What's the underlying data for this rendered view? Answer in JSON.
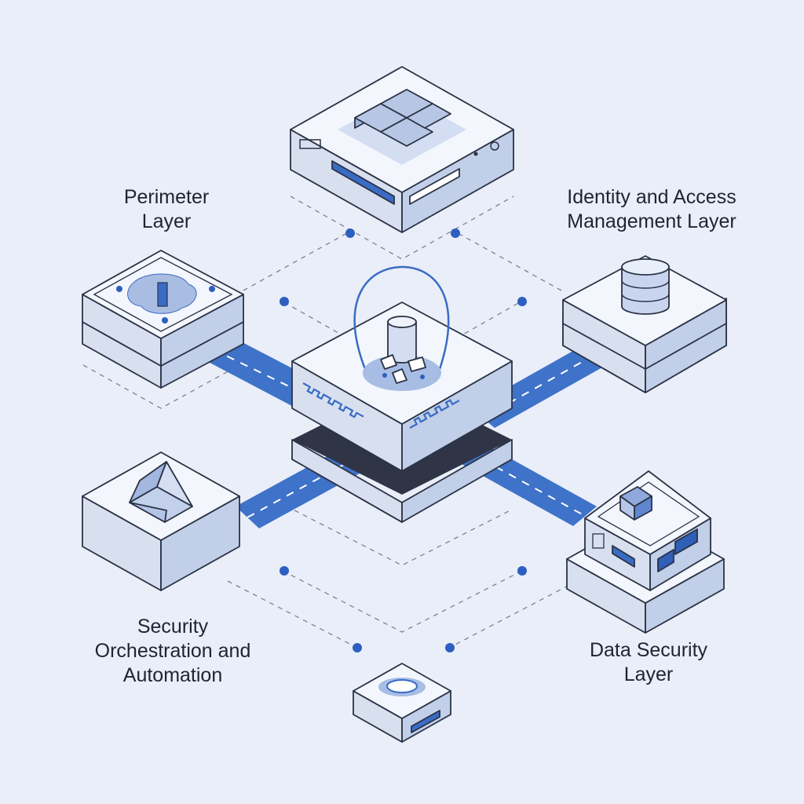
{
  "labels": {
    "perimeter": {
      "line1": "Perimeter",
      "line2": "Layer"
    },
    "identity": {
      "line1": "Identity and Access",
      "line2": "Management Layer"
    },
    "soar": {
      "line1": "Security",
      "line2": "Orchestration and",
      "line3": "Automation"
    },
    "data_security": {
      "line1": "Data Security",
      "line2": "Layer"
    }
  },
  "colors": {
    "background": "#e9eef8",
    "block_top": "#f3f6fc",
    "block_left": "#d5deef",
    "block_right": "#bccbe6",
    "outline": "#2a3245",
    "accent": "#3a6cc4",
    "connector": "#3f72c9",
    "dot": "#2d5fc0",
    "dashed_line": "#7a8397"
  },
  "icons": {
    "top_block": "server-icon",
    "perimeter_block": "firewall-map-icon",
    "identity_block": "database-stack-icon",
    "hub": "security-core-hub-icon",
    "soar_block": "orchestration-prism-icon",
    "data_block": "data-cube-icon",
    "bottom_block": "sensor-device-icon"
  }
}
